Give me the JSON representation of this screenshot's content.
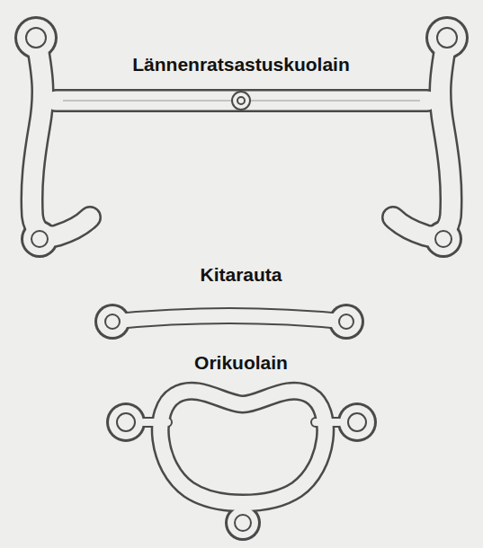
{
  "diagram": {
    "labels": [
      "Lännenratsastuskuolain",
      "Kitarauta",
      "Orikuolain"
    ]
  }
}
